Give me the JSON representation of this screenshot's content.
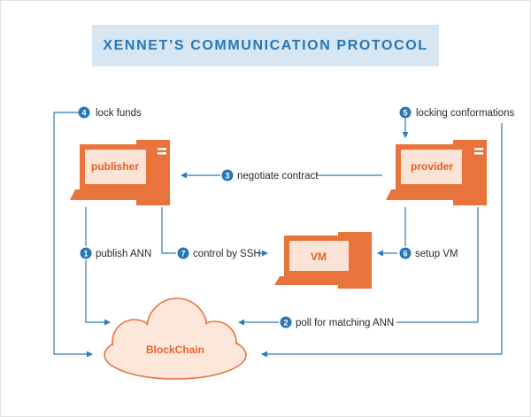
{
  "title": "XENNET’S COMMUNICATION PROTOCOL",
  "nodes": {
    "publisher": "publisher",
    "provider": "provider",
    "vm": "VM",
    "blockchain": "BlockChain"
  },
  "steps": [
    {
      "number": "1",
      "label": "publish ANN"
    },
    {
      "number": "2",
      "label": "poll for matching ANN"
    },
    {
      "number": "3",
      "label": "negotiate contract"
    },
    {
      "number": "4",
      "label": "lock funds"
    },
    {
      "number": "5",
      "label": "locking conformations"
    },
    {
      "number": "6",
      "label": "setup VM"
    },
    {
      "number": "7",
      "label": "control by SSH"
    }
  ],
  "colors": {
    "accent_blue": "#2577ba",
    "line_blue": "#2b7bbd",
    "monitor_orange": "#e8743b",
    "monitor_light": "#fbe3d6",
    "cloud_fill": "#fde6da",
    "title_bg": "#d6e6f2"
  }
}
